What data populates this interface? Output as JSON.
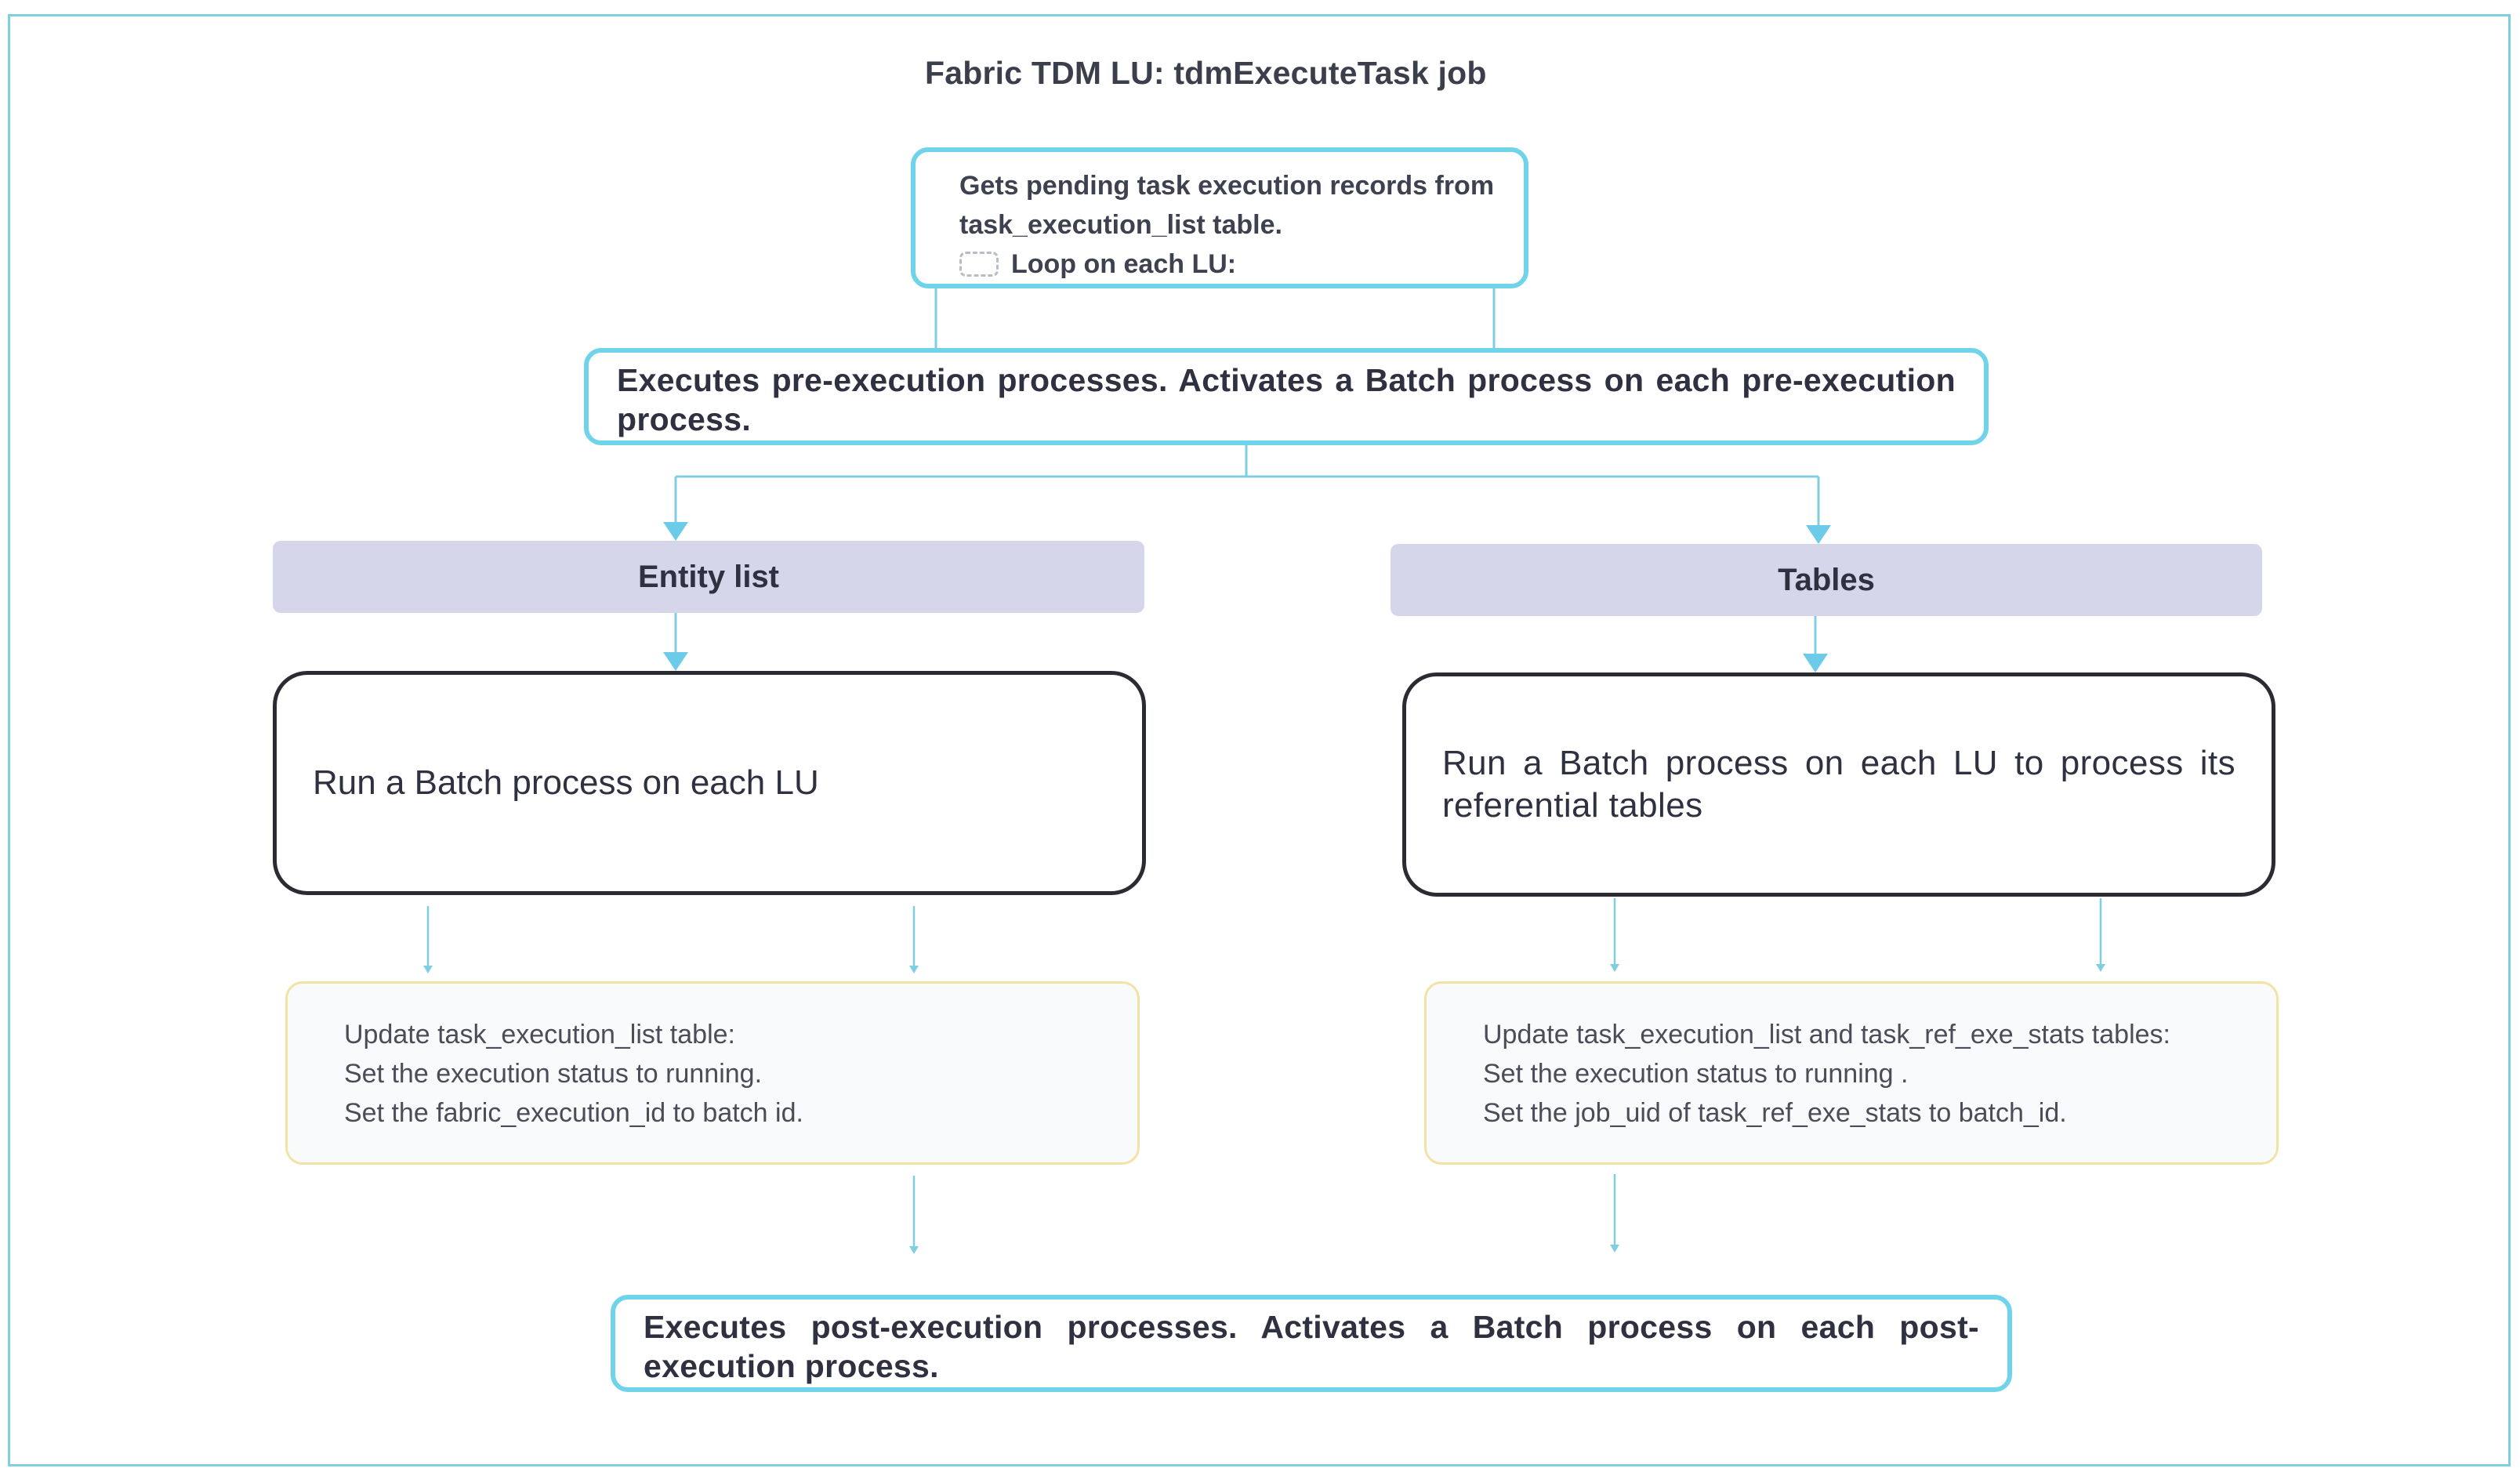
{
  "title": "Fabric TDM LU: tdmExecuteTask job",
  "top_box": {
    "line1": "Gets pending task execution records from",
    "line2": "task_execution_list table.",
    "loop_label": "Loop on each LU:",
    "loop_icon": "loop-icon"
  },
  "pre_execution": {
    "text": "Executes pre-execution processes. Activates a Batch process on each pre-execution process."
  },
  "branches": {
    "left": {
      "header": "Entity list",
      "run_text": "Run a Batch process on each LU",
      "update_lines": [
        "Update task_execution_list table:",
        "Set the execution status to running.",
        "Set the fabric_execution_id to batch id."
      ]
    },
    "right": {
      "header": "Tables",
      "run_text": "Run a Batch process on each LU to process its referential tables",
      "update_lines": [
        "Update task_execution_list and task_ref_exe_stats tables:",
        "Set the execution status to running .",
        "Set the job_uid of task_ref_exe_stats to batch_id."
      ]
    }
  },
  "post_execution": {
    "text": "Executes post-execution processes. Activates a Batch process on each post-execution process."
  },
  "colors": {
    "frame": "#7fd0de",
    "cyan_border": "#6fd3ea",
    "connector": "#7fcfe0",
    "arrow": "#6ccbe8",
    "header_fill": "#d6d6ea",
    "run_border": "#2b2b33",
    "update_border": "#f3e2a6"
  }
}
